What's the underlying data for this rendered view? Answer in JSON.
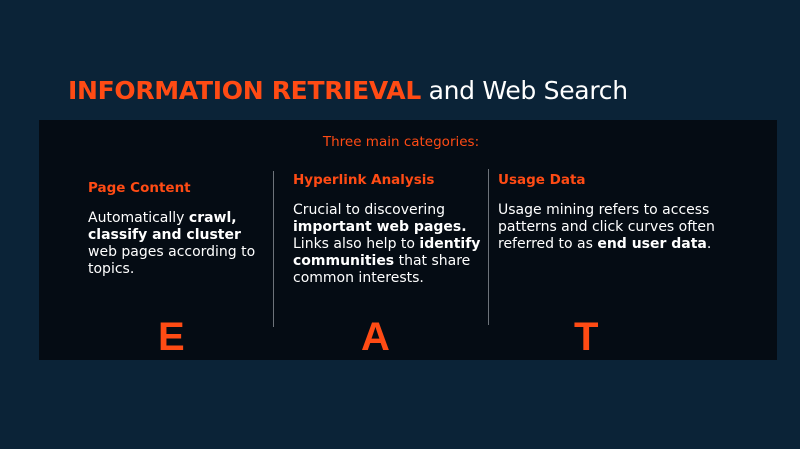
{
  "slide": {
    "title_accent": "INFORMATION RETRIEVAL",
    "title_rest": " and Web Search",
    "subtitle": "Three main categories:",
    "columns": [
      {
        "heading": "Page Content",
        "text": [
          {
            "t": "Automatically ",
            "b": false
          },
          {
            "t": "crawl, classify and cluster",
            "b": true
          },
          {
            "t": " web pages according to topics.",
            "b": false
          }
        ],
        "letter": "E"
      },
      {
        "heading": "Hyperlink Analysis",
        "text": [
          {
            "t": "Crucial to discovering ",
            "b": false
          },
          {
            "t": "important web pages.",
            "b": true
          },
          {
            "t": " Links also help to ",
            "b": false
          },
          {
            "t": "identify communities",
            "b": true
          },
          {
            "t": " that share common interests.",
            "b": false
          }
        ],
        "letter": "A"
      },
      {
        "heading": "Usage Data",
        "text": [
          {
            "t": "Usage mining refers to access patterns and click curves often referred to as ",
            "b": false
          },
          {
            "t": "end user data",
            "b": true
          },
          {
            "t": ".",
            "b": false
          }
        ],
        "letter": "T"
      }
    ],
    "colors": {
      "background": "#0b2337",
      "panel": "#050c14",
      "accent": "#ff4b14",
      "text": "#ffffff",
      "divider": "#6d737a"
    }
  }
}
